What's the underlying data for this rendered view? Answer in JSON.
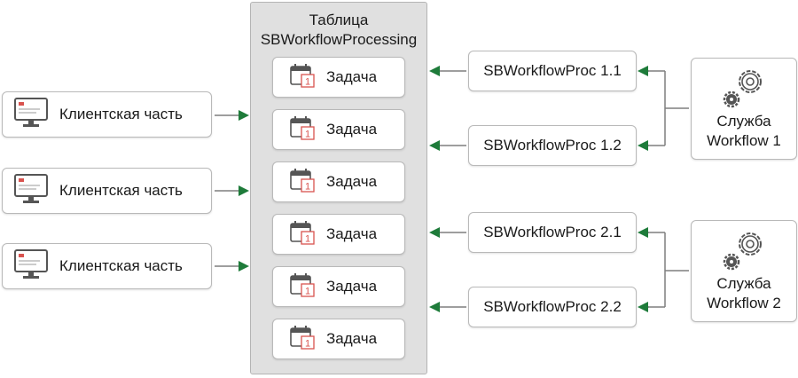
{
  "table": {
    "title_line1": "Таблица",
    "title_line2": "SBWorkflowProcessing",
    "tasks": [
      "Задача",
      "Задача",
      "Задача",
      "Задача",
      "Задача",
      "Задача"
    ],
    "task_icon": "calendar-icon",
    "task_icon_day": "1"
  },
  "clients": [
    "Клиентская часть",
    "Клиентская часть",
    "Клиентская часть"
  ],
  "client_icon": "monitor-icon",
  "processes": [
    "SBWorkflowProc 1.1",
    "SBWorkflowProc 1.2",
    "SBWorkflowProc 2.1",
    "SBWorkflowProc 2.2"
  ],
  "services": [
    {
      "line1": "Служба",
      "line2": "Workflow 1"
    },
    {
      "line1": "Служба",
      "line2": "Workflow 2"
    }
  ],
  "service_icon": "gears-icon",
  "colors": {
    "arrow": "#1e7b3a",
    "line": "#7f7f7f",
    "panel": "#e0e0e0",
    "box_border": "#b9b9b9",
    "calendar_accent": "#d9534f"
  }
}
